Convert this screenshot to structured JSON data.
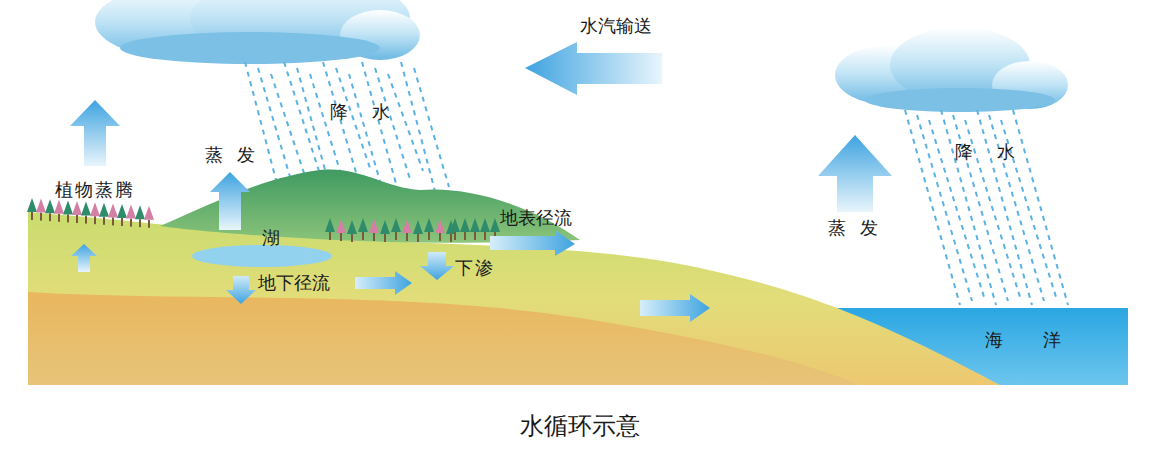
{
  "diagram": {
    "caption": "水循环示意",
    "labels": [
      "水汽输送",
      "降水",
      "植物蒸腾",
      "蒸发",
      "降水",
      "湖",
      "地表径流",
      "蒸发",
      "下渗",
      "地下径流",
      "海洋"
    ]
  }
}
